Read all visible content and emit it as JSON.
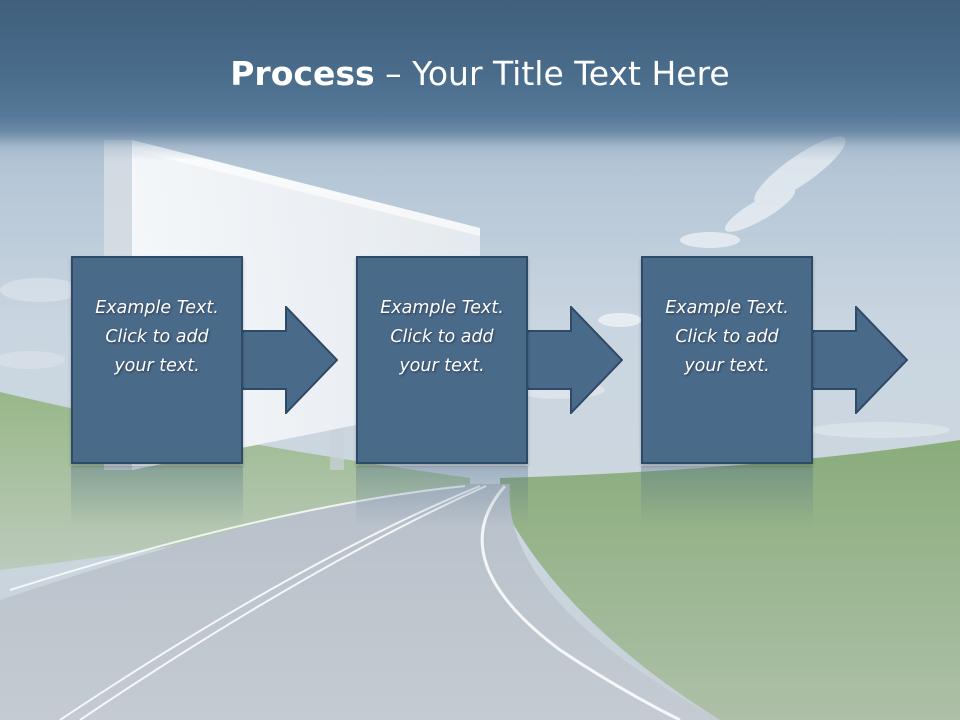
{
  "title": {
    "bold": "Process",
    "rest": " – Your Title Text Here"
  },
  "steps": [
    {
      "text": "Example Text.\nClick  to add\nyour text."
    },
    {
      "text": "Example Text.\nClick  to add\nyour text."
    },
    {
      "text": "Example Text.\nClick  to add\nyour text."
    }
  ],
  "colors": {
    "title_band": "#4a6c8b",
    "box_fill": "#4a6a8a",
    "box_border": "#2f4a66",
    "text": "#ffffff"
  }
}
